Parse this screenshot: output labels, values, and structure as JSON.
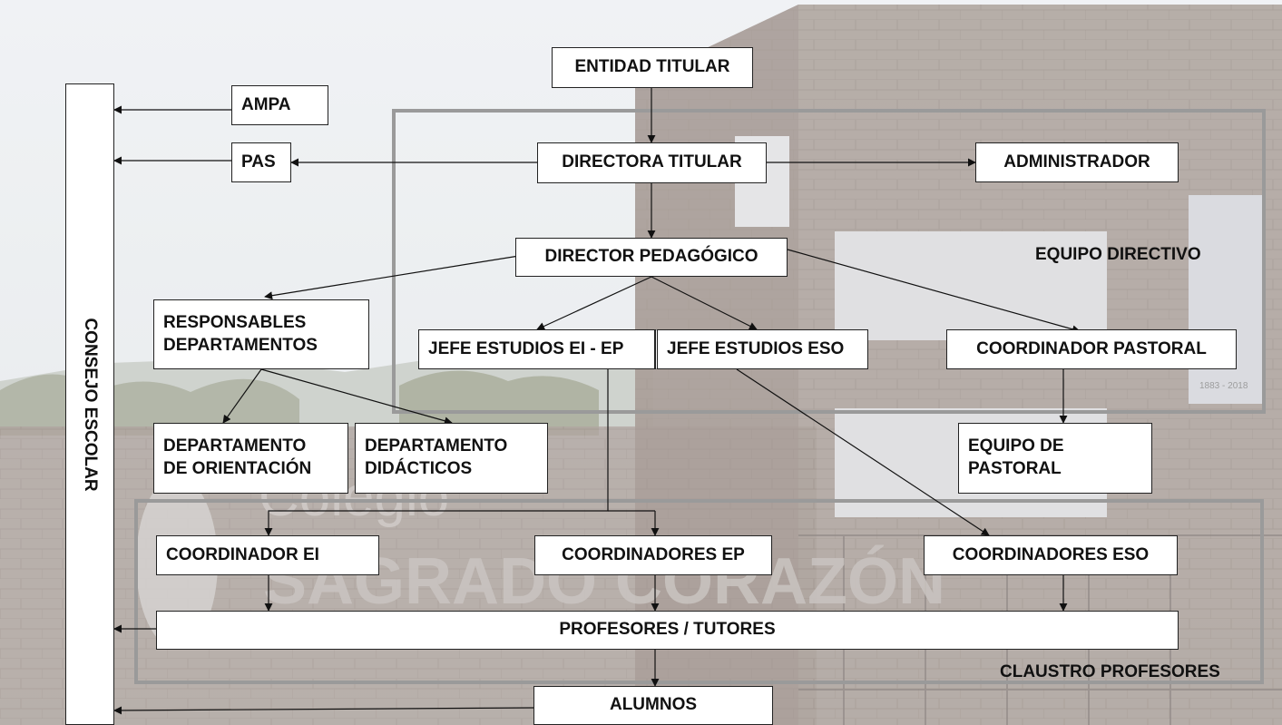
{
  "diagram": {
    "nodes": {
      "entidad_titular": "ENTIDAD TITULAR",
      "ampa": "AMPA",
      "pas": "PAS",
      "directora_titular": "DIRECTORA TITULAR",
      "administrador": "ADMINISTRADOR",
      "director_pedagogico": "DIRECTOR PEDAGÓGICO",
      "responsables_departamentos": "RESPONSABLES\nDEPARTAMENTOS",
      "jefe_estudios_ei_ep": "JEFE ESTUDIOS EI - EP",
      "jefe_estudios_eso": "JEFE ESTUDIOS ESO",
      "coordinador_pastoral": "COORDINADOR PASTORAL",
      "departamento_orientacion": "DEPARTAMENTO\nDE ORIENTACIÓN",
      "departamento_didacticos": "DEPARTAMENTO\nDIDÁCTICOS",
      "equipo_pastoral": "EQUIPO DE\nPASTORAL",
      "coordinador_ei": "COORDINADOR EI",
      "coordinadores_ep": "COORDINADORES EP",
      "coordinadores_eso": "COORDINADORES ESO",
      "profesores_tutores": "PROFESORES / TUTORES",
      "alumnos": "ALUMNOS",
      "consejo_escolar": "CONSEJO ESCOLAR"
    },
    "groups": {
      "equipo_directivo": "EQUIPO DIRECTIVO",
      "claustro_profesores": "CLAUSTRO PROFESORES"
    },
    "background": {
      "sign_line1": "Colegio",
      "sign_line2": "SAGRADO CORAZÓN",
      "plaque": "1883 - 2018"
    }
  }
}
